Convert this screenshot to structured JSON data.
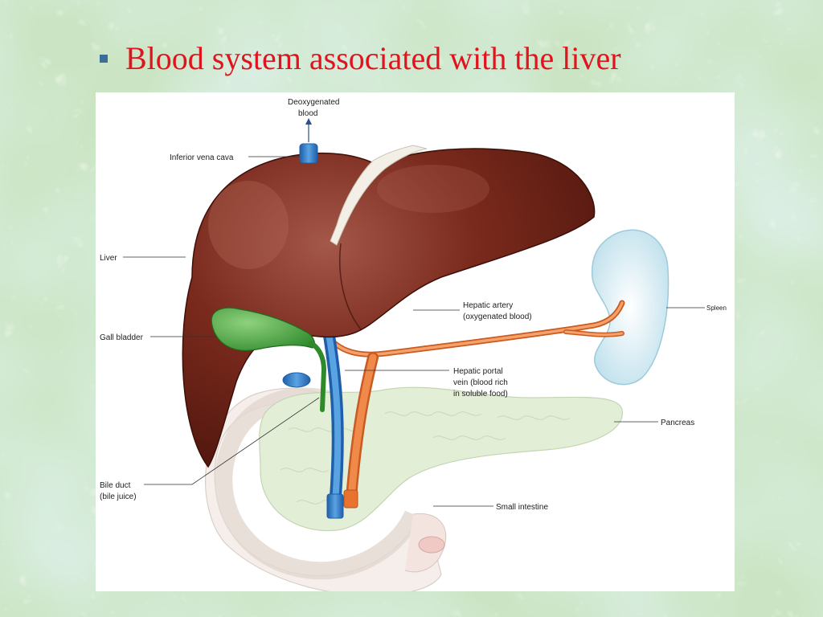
{
  "slide": {
    "bullet": "§",
    "title": "Blood system associated with the liver"
  },
  "colors": {
    "title": "#e0141e",
    "bullet": "#3b6e98",
    "liver": "#6b1f14",
    "liver_highlight": "#a4584a",
    "gall_bladder": "#3f9a3a",
    "vein_blue": "#2f7cc4",
    "artery_orange": "#e8732f",
    "pancreas": "#e3eed6",
    "spleen": "#d6ecf3",
    "intestine": "#f6eeea"
  },
  "diagram": {
    "labels": {
      "deoxygenated_line1": "Deoxygenated",
      "deoxygenated_line2": "blood",
      "inferior_vena_cava": "Inferior vena cava",
      "liver": "Liver",
      "gall_bladder": "Gall bladder",
      "hepatic_artery_line1": "Hepatic artery",
      "hepatic_artery_line2": "(oxygenated blood)",
      "hepatic_portal_line1": "Hepatic portal",
      "hepatic_portal_line2": "vein (blood rich",
      "hepatic_portal_line3": "in soluble food)",
      "spleen": "Spleen",
      "pancreas": "Pancreas",
      "bile_duct_line1": "Bile duct",
      "bile_duct_line2": "(bile juice)",
      "small_intestine": "Small intestine"
    }
  }
}
